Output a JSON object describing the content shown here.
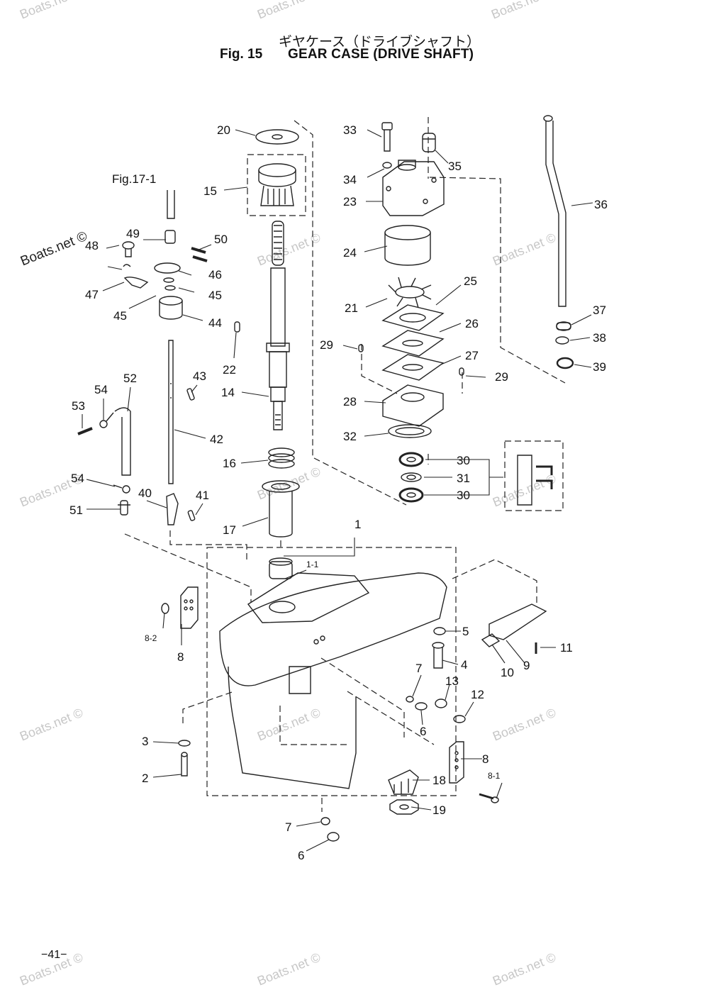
{
  "figure": {
    "title_jp": "ギヤケース（ドライブシャフト）",
    "fig_label": "Fig. 15",
    "title_en": "GEAR CASE (DRIVE SHAFT)"
  },
  "watermark": "Boats.net ©",
  "page_number": "−41−",
  "callouts": {
    "c1": "1",
    "c1_1": "1-1",
    "c2": "2",
    "c3": "3",
    "c4": "4",
    "c5": "5",
    "c6a": "6",
    "c6b": "6",
    "c7a": "7",
    "c7b": "7",
    "c8a": "8",
    "c8b": "8",
    "c8_1": "8-1",
    "c8_2": "8-2",
    "c9": "9",
    "c10": "10",
    "c11": "11",
    "c12": "12",
    "c13": "13",
    "c14": "14",
    "c15": "15",
    "c16": "16",
    "c17": "17",
    "c18": "18",
    "c19": "19",
    "c20": "20",
    "c21": "21",
    "c22": "22",
    "c23": "23",
    "c24": "24",
    "c25": "25",
    "c26": "26",
    "c27": "27",
    "c28": "28",
    "c29a": "29",
    "c29b": "29",
    "c30a": "30",
    "c30b": "30",
    "c31": "31",
    "c32": "32",
    "c33": "33",
    "c34": "34",
    "c35": "35",
    "c36": "36",
    "c37": "37",
    "c38": "38",
    "c39": "39",
    "c40": "40",
    "c41": "41",
    "c42": "42",
    "c43": "43",
    "c44": "44",
    "c45a": "45",
    "c45b": "45",
    "c46": "46",
    "c47": "47",
    "c48": "48",
    "c49": "49",
    "c50": "50",
    "c51": "51",
    "c52": "52",
    "c53": "53",
    "c54a": "54",
    "c54b": "54",
    "fig17": "Fig.17-1"
  }
}
